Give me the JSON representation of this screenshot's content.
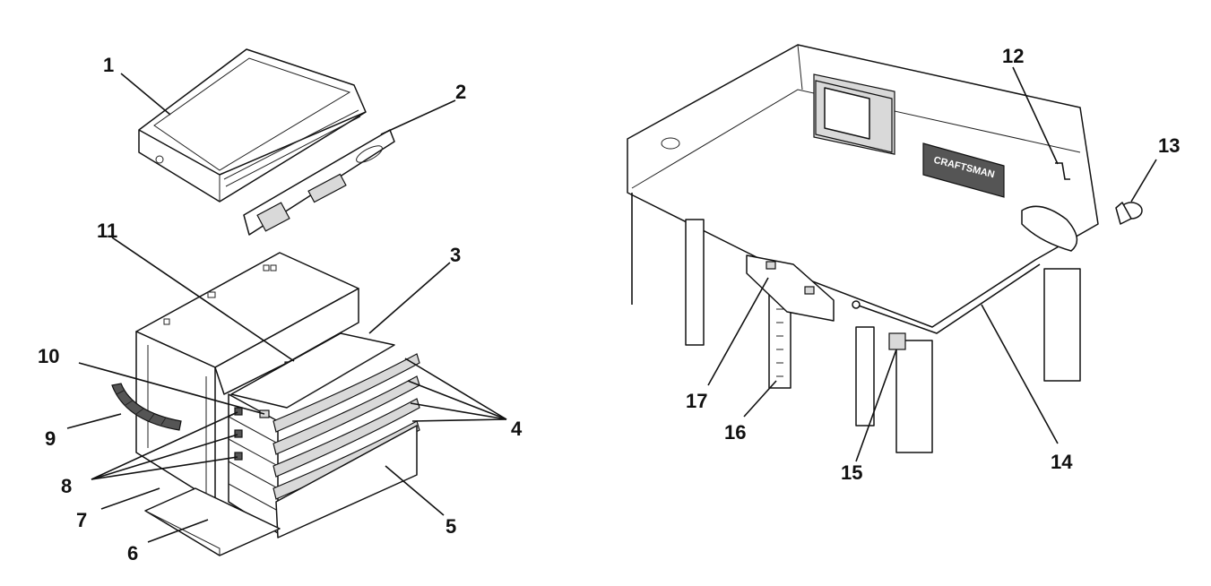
{
  "callouts": [
    {
      "id": "1",
      "label": "1"
    },
    {
      "id": "2",
      "label": "2"
    },
    {
      "id": "3",
      "label": "3"
    },
    {
      "id": "4",
      "label": "4"
    },
    {
      "id": "5",
      "label": "5"
    },
    {
      "id": "6",
      "label": "6"
    },
    {
      "id": "7",
      "label": "7"
    },
    {
      "id": "8",
      "label": "8"
    },
    {
      "id": "9",
      "label": "9"
    },
    {
      "id": "10",
      "label": "10"
    },
    {
      "id": "11",
      "label": "11"
    },
    {
      "id": "12",
      "label": "12"
    },
    {
      "id": "13",
      "label": "13"
    },
    {
      "id": "14",
      "label": "14"
    },
    {
      "id": "15",
      "label": "15"
    },
    {
      "id": "16",
      "label": "16"
    },
    {
      "id": "17",
      "label": "17"
    }
  ],
  "badge": {
    "text": "CRAFTSMAN"
  }
}
